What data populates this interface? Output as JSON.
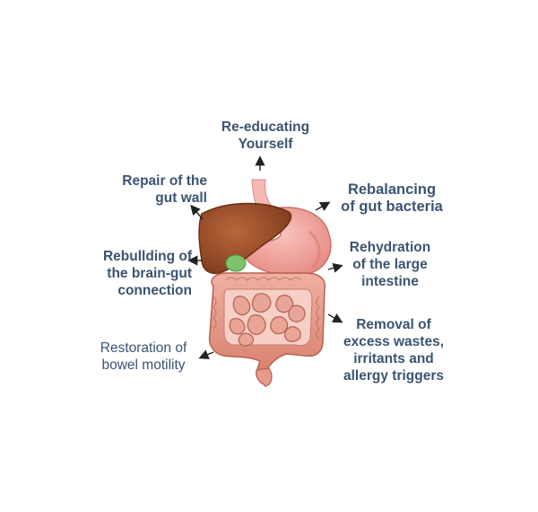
{
  "labels": {
    "top": [
      "Re-educating",
      "Yourself"
    ],
    "repair": [
      "Repair of the",
      "gut wall"
    ],
    "rebalance": [
      "Rebalancing",
      "of gut bacteria"
    ],
    "brain_gut": [
      "Rebullding of",
      "the brain-gut",
      "connection"
    ],
    "rehydrate": [
      "Rehydration",
      "of the large",
      "intestine"
    ],
    "motility": [
      "Restoration of",
      "bowel motility"
    ],
    "removal": [
      "Removal of",
      "excess wastes,",
      "irritants and",
      "allergy triggers"
    ]
  },
  "icons": [
    "arrow-up-icon",
    "arrow-up-left-icon",
    "arrow-up-right-icon",
    "arrow-left-icon",
    "arrow-right-icon",
    "arrow-down-left-icon",
    "arrow-down-right-icon"
  ],
  "colors": {
    "label": "#3b5472",
    "liver": "#a0522d",
    "gallbladder": "#7cc46a",
    "stomach": "#f2a6a0",
    "intestine": "#e59a8c",
    "arrow": "#222222"
  }
}
